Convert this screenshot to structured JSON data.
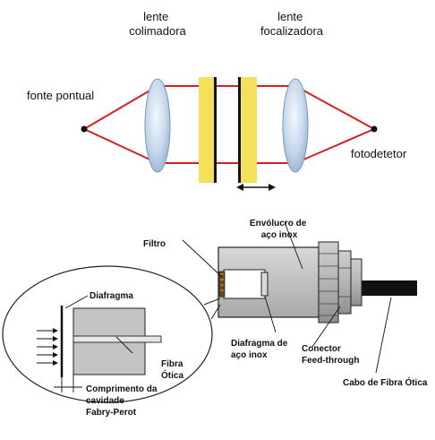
{
  "top": {
    "collimating_lens": [
      "lente",
      "colimadora"
    ],
    "focusing_lens": [
      "lente",
      "focalizadora"
    ],
    "point_source": "fonte pontual",
    "photodetector": "fotodetetor"
  },
  "bottom": {
    "filter": "Filtro",
    "housing": [
      "Envólucro de",
      "aço inox"
    ],
    "diaphragm": "Diafragma",
    "steel_diaphragm": [
      "Diafragma de",
      "aço inox"
    ],
    "connector": [
      "Conector",
      "Feed-through"
    ],
    "fiber": [
      "Fibra",
      "Ótica"
    ],
    "fiber_cable": "Cabo de Fibra  Ótica",
    "cavity_length": [
      "Comprimento da",
      "cavidade",
      "Fabry-Perot"
    ]
  },
  "colors": {
    "ray": "#d42020",
    "plate": "#f4e05a",
    "plate_edge": "#111111",
    "lens": "#b9cfe6",
    "housing": "#c8c8c8",
    "cable": "#111111"
  }
}
